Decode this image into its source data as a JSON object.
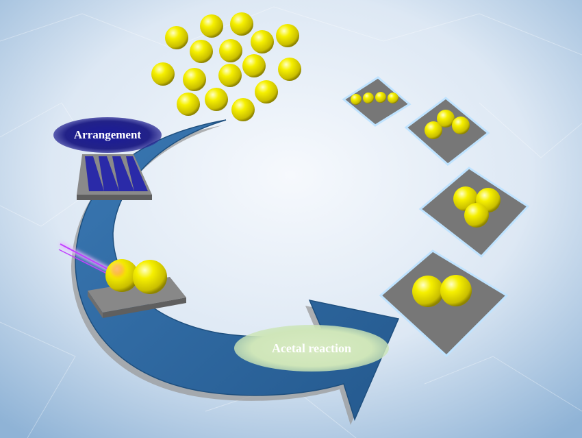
{
  "labels": {
    "arrangement": "Arrangement",
    "acetal": "Acetal reaction"
  },
  "colors": {
    "background": "#dfe9f4",
    "arrow": "#2e6aa2",
    "arrow_dark": "#1f4f80",
    "particle": "#f2f000",
    "particle_dark": "#b7b000",
    "substrate": "#777777",
    "template": "#2a2aa8",
    "laser": "#c040ff",
    "glow": "#bfe3ff"
  },
  "icons": [
    "nanoparticle-sphere",
    "substrate-plate",
    "grating-template",
    "laser-beam"
  ]
}
